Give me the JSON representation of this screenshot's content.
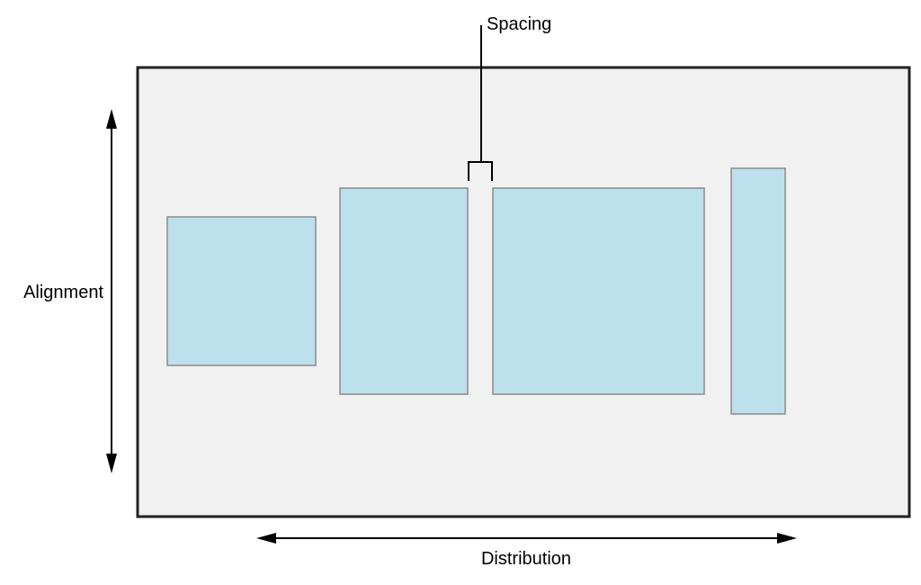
{
  "labels": {
    "spacing": "Spacing",
    "alignment": "Alignment",
    "distribution": "Distribution"
  },
  "colors": {
    "background": "#ffffff",
    "container_fill": "#f1f1f1",
    "container_stroke": "#222222",
    "view_fill": "#bde0ed",
    "view_stroke": "#8a8a8a",
    "line": "#000000"
  }
}
